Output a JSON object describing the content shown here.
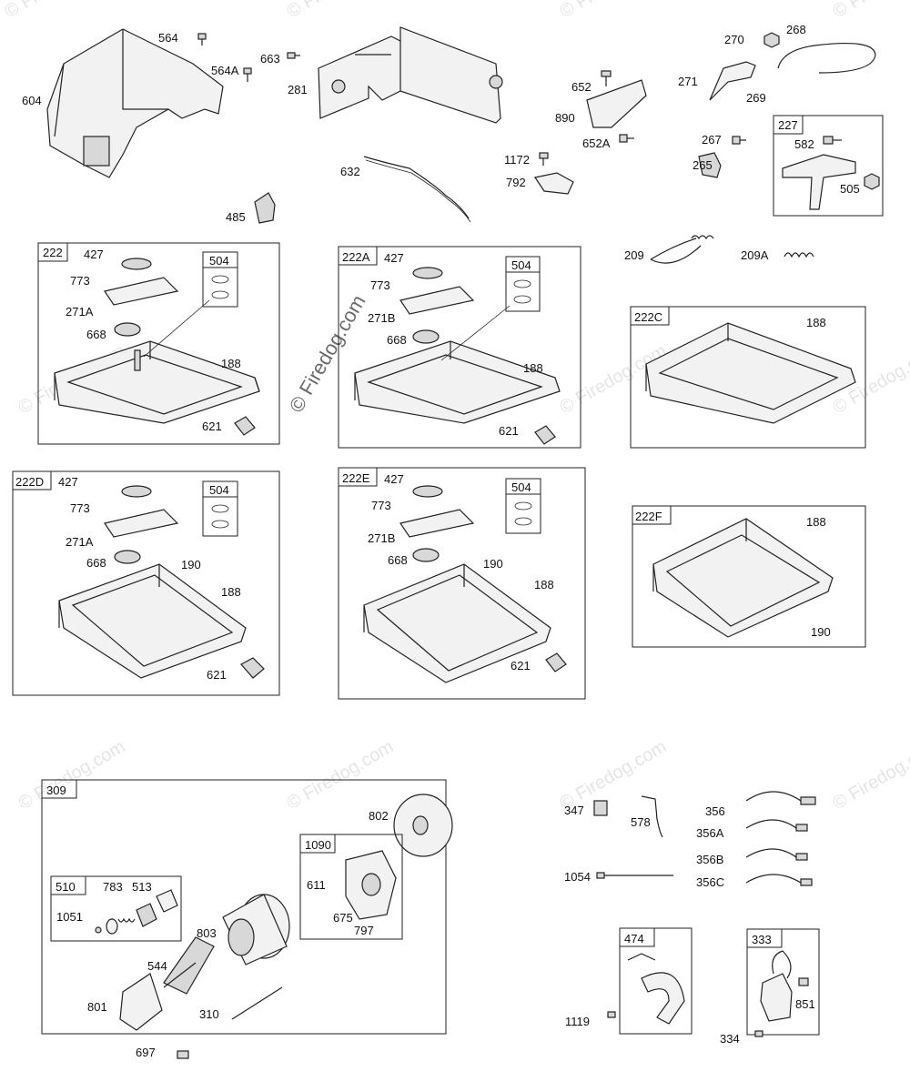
{
  "watermark": "© Firedog.com",
  "labels": {
    "l604": "604",
    "l564": "564",
    "l564A": "564A",
    "l663": "663",
    "l281": "281",
    "l632": "632",
    "l485": "485",
    "l652": "652",
    "l890": "890",
    "l652A": "652A",
    "l1172": "1172",
    "l792": "792",
    "l270": "270",
    "l268": "268",
    "l271": "271",
    "l269": "269",
    "l267": "267",
    "l265": "265",
    "l227": "227",
    "l582": "582",
    "l505": "505",
    "l209": "209",
    "l209A": "209A",
    "b222": "222",
    "b222_427": "427",
    "b222_773": "773",
    "b222_271A": "271A",
    "b222_668": "668",
    "b222_504": "504",
    "b222_188": "188",
    "b222_621": "621",
    "b222A": "222A",
    "b222A_427": "427",
    "b222A_773": "773",
    "b222A_271B": "271B",
    "b222A_668": "668",
    "b222A_504": "504",
    "b222A_188": "188",
    "b222A_621": "621",
    "b222C": "222C",
    "b222C_188": "188",
    "b222D": "222D",
    "b222D_427": "427",
    "b222D_773": "773",
    "b222D_271A": "271A",
    "b222D_668": "668",
    "b222D_504": "504",
    "b222D_190": "190",
    "b222D_188": "188",
    "b222D_621": "621",
    "b222E": "222E",
    "b222E_427": "427",
    "b222E_773": "773",
    "b222E_271B": "271B",
    "b222E_668": "668",
    "b222E_504": "504",
    "b222E_190": "190",
    "b222E_188": "188",
    "b222E_621": "621",
    "b222F": "222F",
    "b222F_188": "188",
    "b222F_190": "190",
    "b309": "309",
    "l802": "802",
    "b1090": "1090",
    "l611": "611",
    "l675": "675",
    "l797": "797",
    "b510": "510",
    "l783": "783",
    "l513": "513",
    "l1051": "1051",
    "l803": "803",
    "l544": "544",
    "l801": "801",
    "l310": "310",
    "l697": "697",
    "l347": "347",
    "l578": "578",
    "l356": "356",
    "l356A": "356A",
    "l356B": "356B",
    "l356C": "356C",
    "l1054": "1054",
    "b474": "474",
    "l1119": "1119",
    "b333": "333",
    "l851": "851",
    "l334": "334"
  }
}
